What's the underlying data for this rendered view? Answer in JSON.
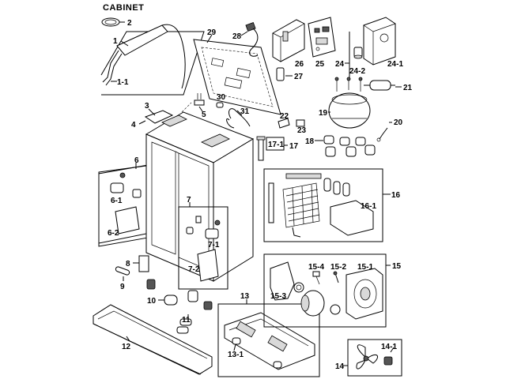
{
  "title": "CABINET",
  "labels": {
    "l2": "2",
    "l1": "1",
    "l1_1": "1-1",
    "l29": "29",
    "l28": "28",
    "l26": "26",
    "l25": "25",
    "l27": "27",
    "l24": "24",
    "l24_2": "24-2",
    "l24_1": "24-1",
    "l21": "21",
    "l19": "19",
    "l20": "20",
    "l18": "18",
    "l3": "3",
    "l4": "4",
    "l5": "5",
    "l30": "30",
    "l31": "31",
    "l22": "22",
    "l23": "23",
    "l17_1": "17-1",
    "l17": "17",
    "l6": "6",
    "l6_1": "6-1",
    "l6_2": "6-2",
    "l7": "7",
    "l7_1": "7-1",
    "l7_2": "7-2",
    "l16": "16",
    "l16_1": "16-1",
    "l8": "8",
    "l9": "9",
    "l10": "10",
    "l11": "11",
    "l12": "12",
    "l13": "13",
    "l13_1": "13-1",
    "l15": "15",
    "l15_1": "15-1",
    "l15_2": "15-2",
    "l15_3": "15-3",
    "l15_4": "15-4",
    "l14": "14",
    "l14_1": "14-1"
  }
}
